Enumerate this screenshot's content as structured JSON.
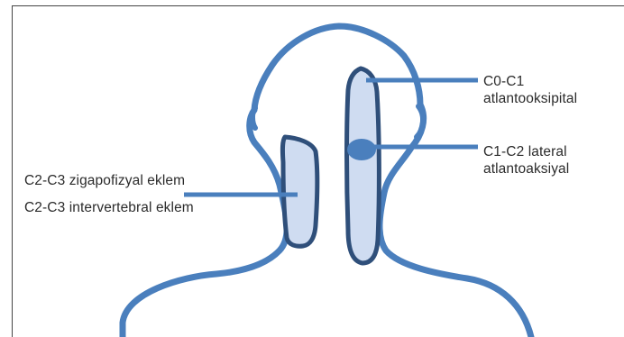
{
  "labels": {
    "c0c1": {
      "line1": "C0-C1",
      "line2": "atlantooksipital"
    },
    "c1c2": {
      "line1": "C1-C2 lateral",
      "line2": "atlantoaksiyal"
    },
    "zygapophyseal": "C2-C3 zigapofizyal eklem",
    "intervertebral": "C2-C3 intervertebral eklem"
  },
  "colors": {
    "outline": "#4a7fbd",
    "column_fill": "#cfdcf1",
    "column_stroke": "#2f4f7a",
    "text": "#2b2b2b"
  }
}
